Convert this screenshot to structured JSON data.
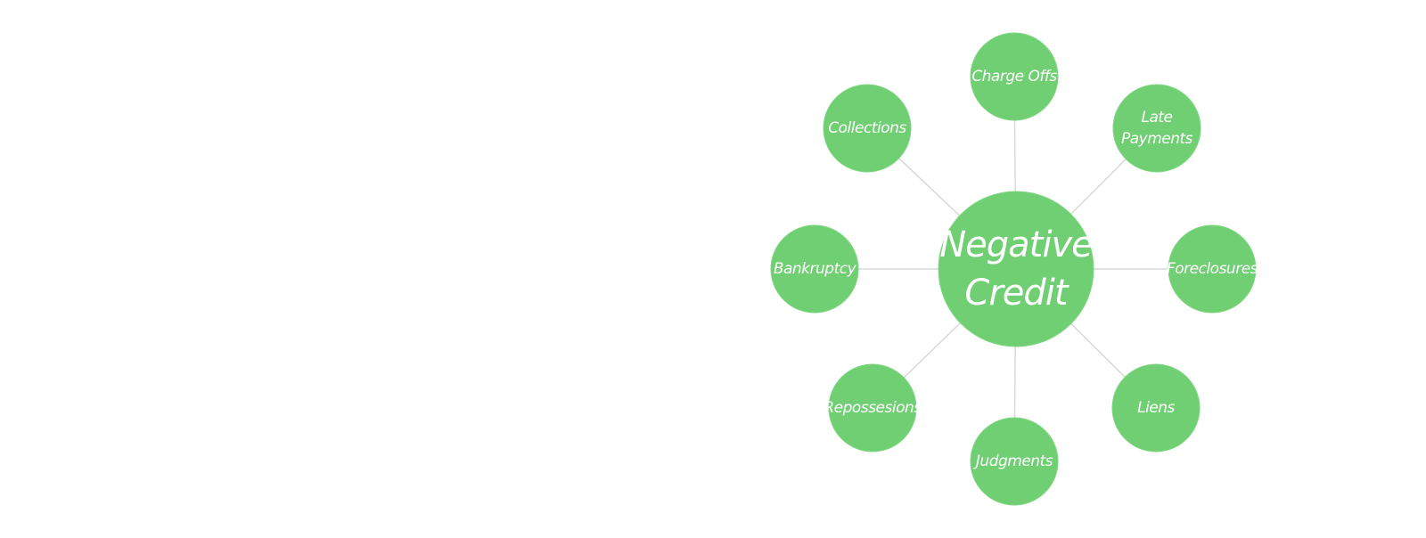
{
  "diagram": {
    "title": "Negative Credit",
    "colors": {
      "node_fill": "#6fcf72",
      "connector": "#d9d9d9",
      "label_text": "#ffffff",
      "background": "#ffffff"
    },
    "center": {
      "lines": [
        "Negative",
        "Credit"
      ]
    },
    "nodes": [
      {
        "id": "charge-offs",
        "lines": [
          "Charge Offs"
        ],
        "direction": "top"
      },
      {
        "id": "late-payments",
        "lines": [
          "Late",
          "Payments"
        ],
        "direction": "top-right"
      },
      {
        "id": "foreclosures",
        "lines": [
          "Foreclosures"
        ],
        "direction": "right"
      },
      {
        "id": "liens",
        "lines": [
          "Liens"
        ],
        "direction": "bottom-right"
      },
      {
        "id": "judgments",
        "lines": [
          "Judgments"
        ],
        "direction": "bottom"
      },
      {
        "id": "repossesions",
        "lines": [
          "Repossesions"
        ],
        "direction": "bottom-left"
      },
      {
        "id": "bankruptcy",
        "lines": [
          "Bankruptcy"
        ],
        "direction": "left"
      },
      {
        "id": "collections",
        "lines": [
          "Collections"
        ],
        "direction": "top-left"
      }
    ]
  }
}
